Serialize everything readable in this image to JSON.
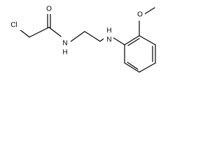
{
  "molecule": {
    "atoms": {
      "chlorine": "Cl",
      "carbonyl_oxygen": "O",
      "amide_nitrogen": "N",
      "amide_hydrogen": "H",
      "amine_nitrogen": "N",
      "amine_hydrogen": "H",
      "ether_oxygen": "O"
    }
  }
}
